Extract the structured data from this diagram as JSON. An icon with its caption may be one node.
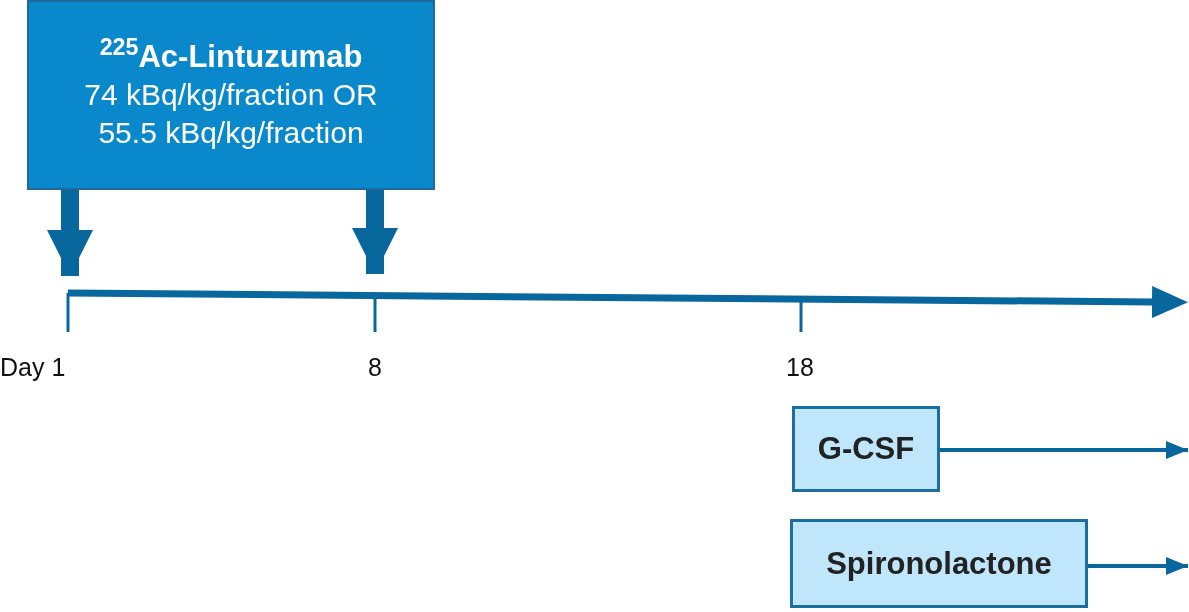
{
  "diagram": {
    "nodes": [
      {
        "text": [
          "$^{225}$Ac-Lintuzumab",
          "74 kBq/kg/fraction OR 55.5 kBq/kg/fraction"
        ]
      },
      {
        "text": [
          "G-CSF"
        ]
      },
      {
        "text": [
          "Spironolactone"
        ]
      }
    ],
    "edges": [
      {
        "from": 0,
        "to": null,
        "arrow": "to",
        "style": "thick"
      },
      {
        "from": 0,
        "to": null,
        "arrow": "to",
        "style": "thick"
      },
      {
        "from": 1,
        "to": null,
        "arrow": "to"
      },
      {
        "from": 2,
        "to": null,
        "arrow": "to"
      }
    ],
    "labels": [
      "Day 1",
      "8",
      "18"
    ]
  }
}
